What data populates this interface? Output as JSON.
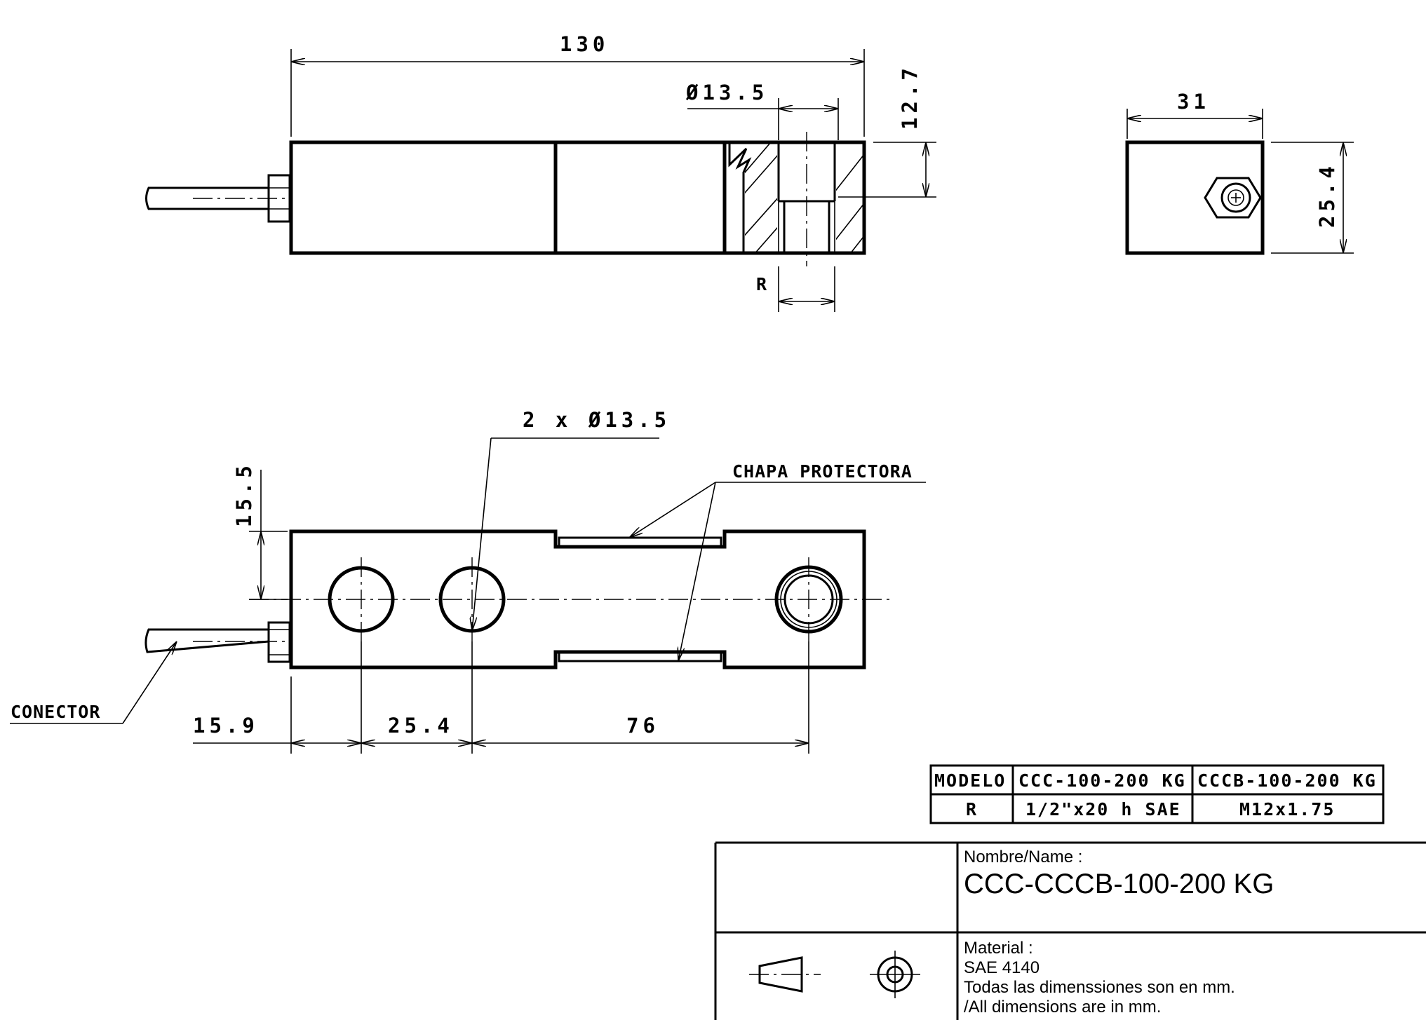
{
  "dimensions": {
    "overall_length": "130",
    "hole_diameter": "Ø13.5",
    "height_offset": "12.7",
    "width": "31",
    "height": "25.4",
    "thread_label": "R",
    "holes_callout": "2 x Ø13.5",
    "hole_offset": "15.5",
    "pos_1": "15.9",
    "pos_2": "25.4",
    "pos_3": "76"
  },
  "labels": {
    "protective_plate": "CHAPA PROTECTORA",
    "connector": "CONECTOR"
  },
  "model_table": {
    "headers": [
      "MODELO",
      "CCC-100-200 KG",
      "CCCB-100-200 KG"
    ],
    "rows": [
      [
        "R",
        "1/2\"x20 h SAE",
        "M12x1.75"
      ]
    ]
  },
  "title_block": {
    "name_label": "Nombre/Name :",
    "name_value": "CCC-CCCB-100-200 KG",
    "material_label": "Material :",
    "material_value": "SAE 4140",
    "note_es": "Todas las dimenssiones son en mm.",
    "note_en": "/All dimensions are in mm."
  }
}
